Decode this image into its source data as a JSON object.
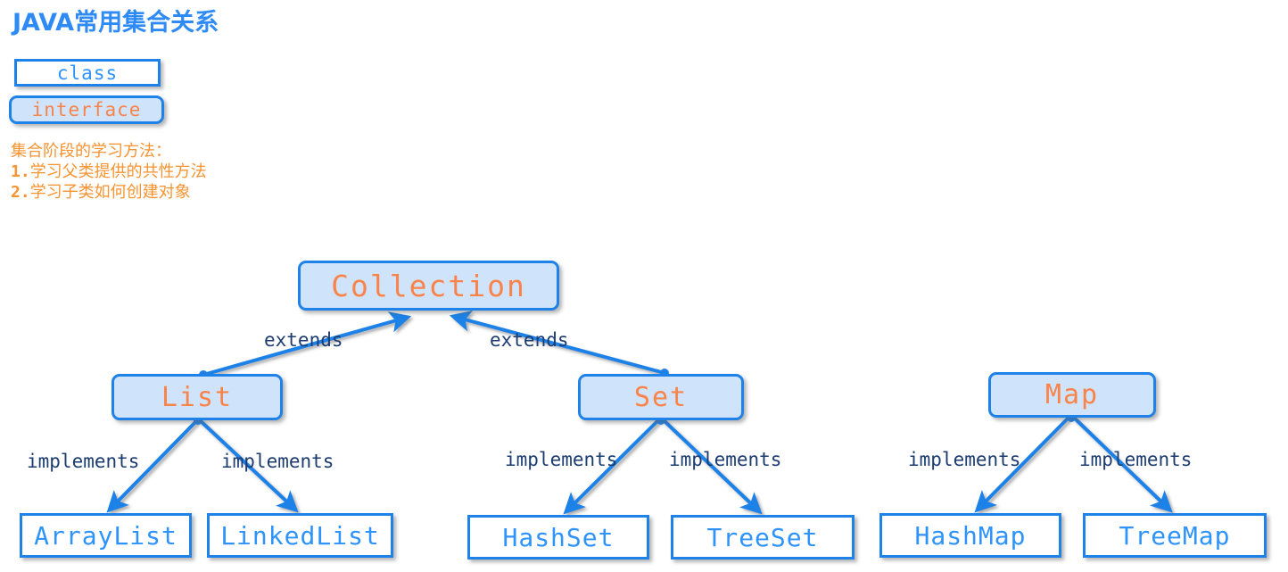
{
  "title": "JAVA常用集合关系",
  "legend": {
    "class_label": "class",
    "interface_label": "interface"
  },
  "notes": {
    "heading": "集合阶段的学习方法：",
    "line1_num": "1.",
    "line1_text": "学习父类提供的共性方法",
    "line2_num": "2.",
    "line2_text": "学习子类如何创建对象"
  },
  "nodes": {
    "collection": "Collection",
    "list": "List",
    "set": "Set",
    "map": "Map",
    "arraylist": "ArrayList",
    "linkedlist": "LinkedList",
    "hashset": "HashSet",
    "treeset": "TreeSet",
    "hashmap": "HashMap",
    "treemap": "TreeMap"
  },
  "edge_labels": {
    "extends_left": "extends",
    "extends_right": "extends",
    "implements_arraylist": "implements",
    "implements_linkedlist": "implements",
    "implements_hashset": "implements",
    "implements_treeset": "implements",
    "implements_hashmap": "implements",
    "implements_treemap": "implements"
  },
  "colors": {
    "title_blue": "#2e8bf5",
    "border_blue": "#1f82e8",
    "interface_fill": "#cfe3fb",
    "interface_text": "#fa8349",
    "class_fill": "#ffffff",
    "class_text": "#2e93fb",
    "note_orange": "#f79331",
    "edge_label_navy": "#1c3c70",
    "background": "#ffffff"
  }
}
